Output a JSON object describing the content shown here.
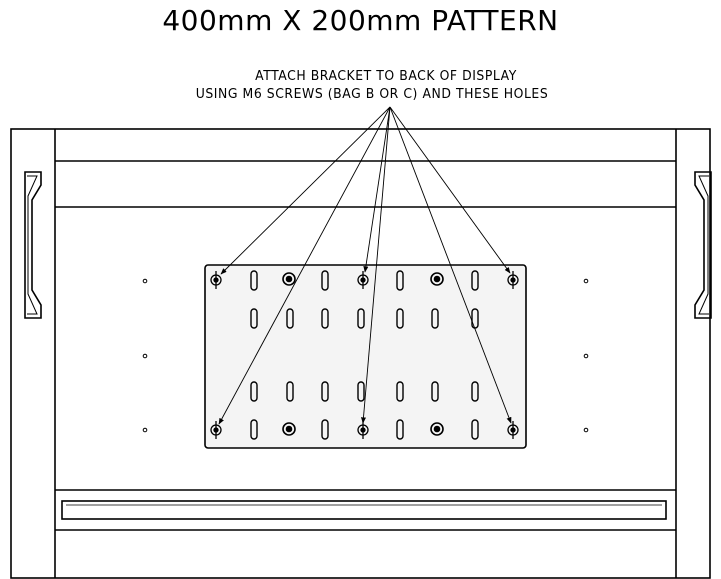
{
  "drawing": {
    "title": "400mm X 200mm PATTERN",
    "note_line1": "ATTACH BRACKET TO BACK OF DISPLAY",
    "note_line2": "USING M6 SCREWS (BAG B OR C)  AND THESE HOLES"
  },
  "colors": {
    "line": "#000000",
    "background": "#ffffff",
    "plate_shade": "#f4f4f4"
  }
}
